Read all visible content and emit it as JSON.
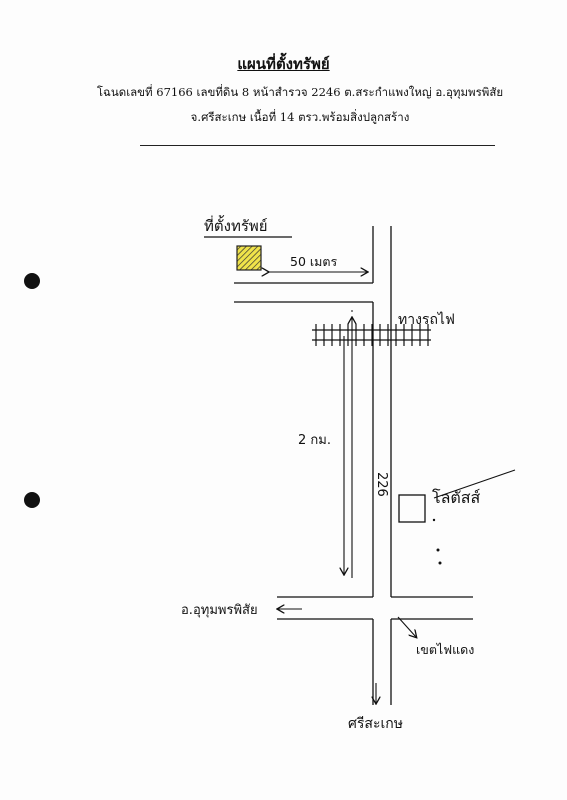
{
  "document": {
    "title": "แผนที่ตั้งทรัพย์",
    "line1": "โฉนดเลขที่ 67166  เลขที่ดิน  8  หน้าสำรวจ  2246  ต.สระกำแพงใหญ่  อ.อุทุมพรพิสัย",
    "line2": "จ.ศรีสะเกษ เนื้อที่ 14  ตรว.พร้อมสิ่งปลูกสร้าง"
  },
  "map": {
    "property_label": "ที่ตั้งทรัพย์",
    "distance_label": "50 เมตร",
    "railway_label": "ทางรถไฟ",
    "road_distance_label": "2 กม.",
    "road_number_label": "226",
    "store_label": "โลตัสส์",
    "west_label": "อ.อุทุมพรพิสัย",
    "east_label": "เขตไฟแดง",
    "south_label": "ศรีสะเกษ",
    "colors": {
      "property_fill": "#f0e34a",
      "ink": "#111111"
    }
  }
}
